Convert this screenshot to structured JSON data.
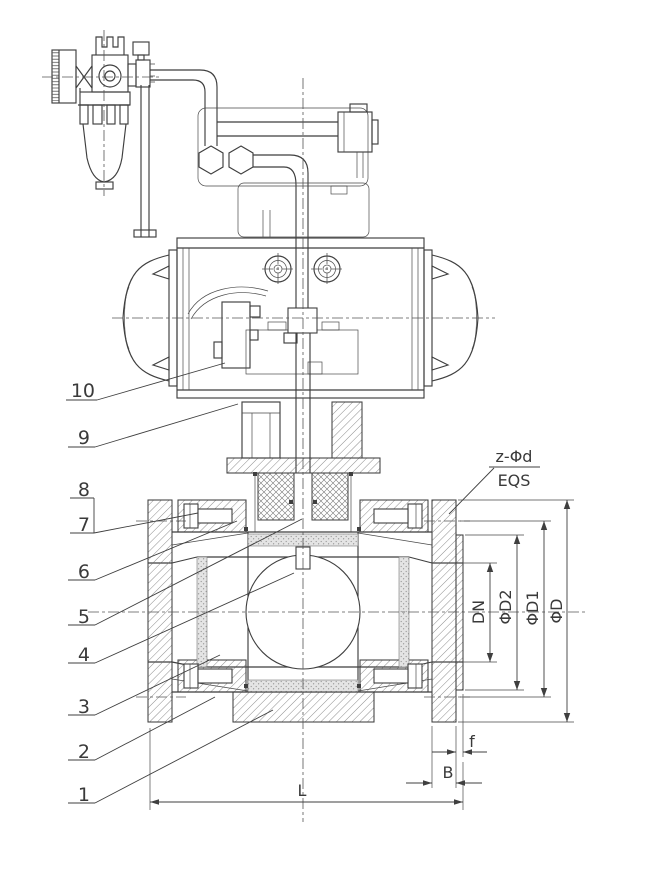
{
  "drawing": {
    "type": "sectional-assembly-drawing",
    "subject": "pneumatic-actuated-flanged-ball-valve",
    "colors": {
      "line": "#3f3f3f",
      "background": "#ffffff",
      "hatch": "#666666",
      "stipple_bg": "#e4e4e4"
    }
  },
  "part_numbers": [
    "10",
    "9",
    "8",
    "7",
    "6",
    "5",
    "4",
    "3",
    "2",
    "1"
  ],
  "dimensions": {
    "bolt_holes": "z-Φd",
    "equal_spacing": "EQS",
    "bore": "DN",
    "raised_face_dia": "ΦD2",
    "bolt_circle_dia": "ΦD1",
    "flange_od": "ΦD",
    "raised_face_height": "f",
    "flange_thickness": "B",
    "face_to_face": "L"
  }
}
